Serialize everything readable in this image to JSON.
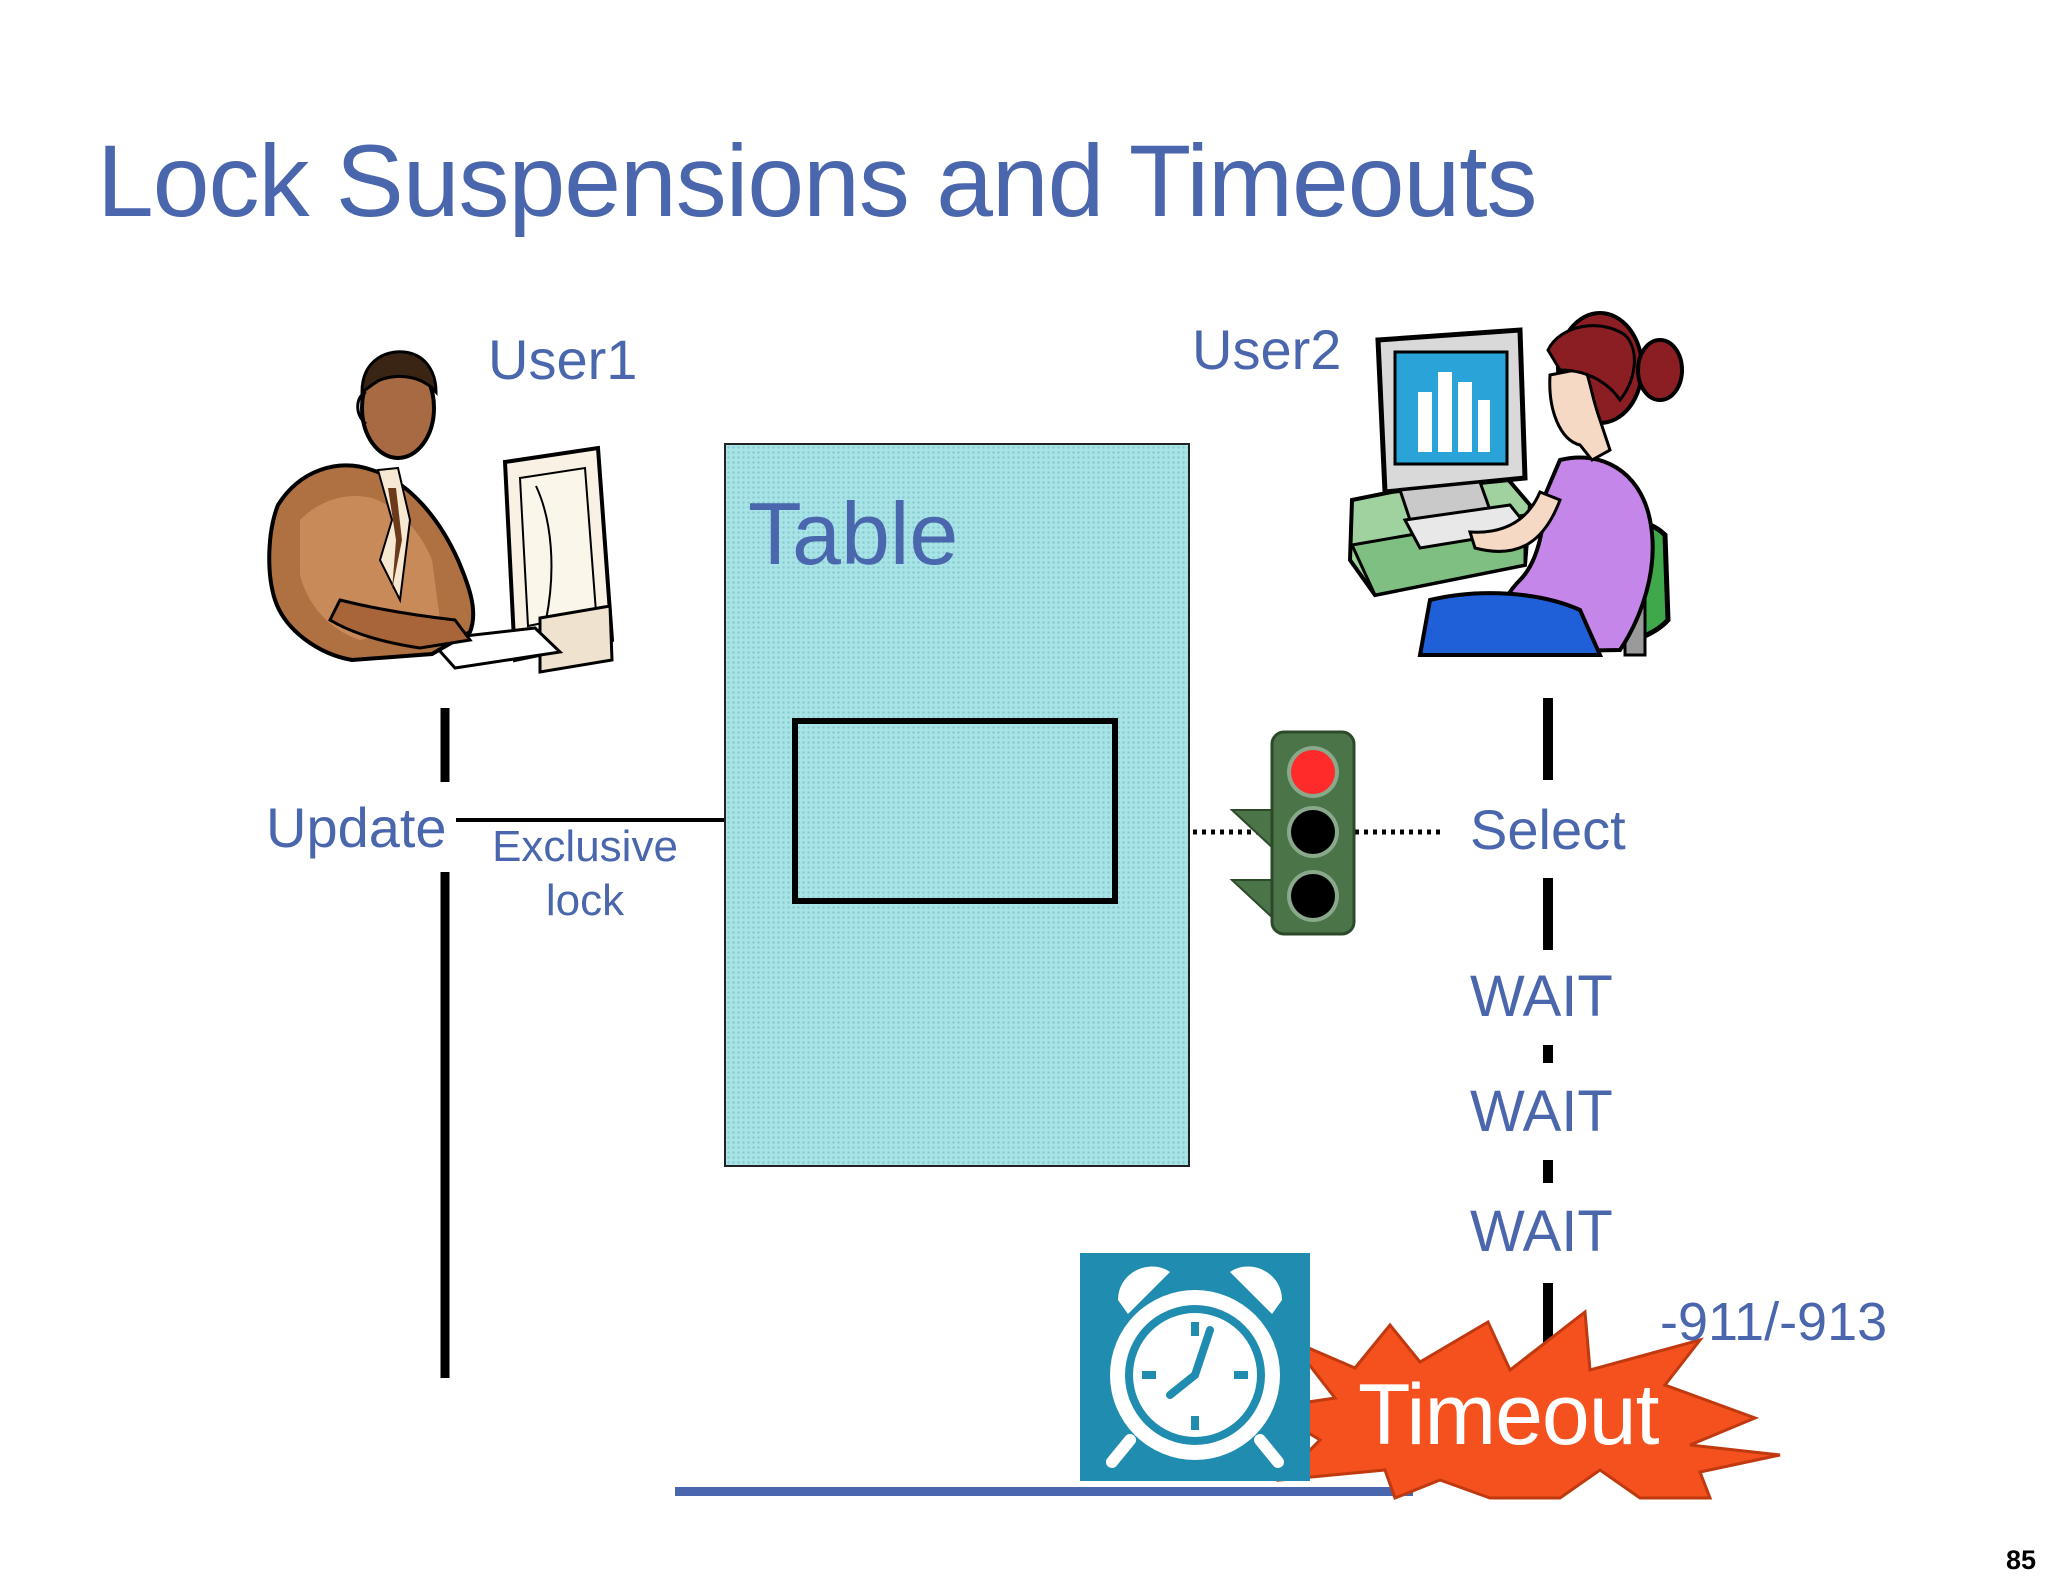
{
  "slide": {
    "title": "Lock Suspensions and Timeouts",
    "page_number": "85"
  },
  "diagram": {
    "user1_label": "User1",
    "user2_label": "User2",
    "table_label": "Table",
    "update_label": "Update",
    "exclusive_lock_line1": "Exclusive",
    "exclusive_lock_line2": "lock",
    "select_label": "Select",
    "wait_labels": [
      "WAIT",
      "WAIT",
      "WAIT"
    ],
    "error_code": "-911/-913",
    "timeout_label": "Timeout"
  },
  "colors": {
    "text_blue": "#4a66ac",
    "table_fill": "#a6e4e8",
    "traffic_light_body": "#4b7448",
    "red_light": "#ff2a2a",
    "timeout_burst": "#f4511e",
    "clock_bg": "#1f8cb0",
    "underline_blue": "#4a66ac"
  },
  "icons": {
    "user1": "businessman-at-computer-icon",
    "user2": "woman-at-computer-icon",
    "traffic_light": "traffic-light-icon",
    "clock": "alarm-clock-icon",
    "burst": "explosion-burst-icon"
  }
}
